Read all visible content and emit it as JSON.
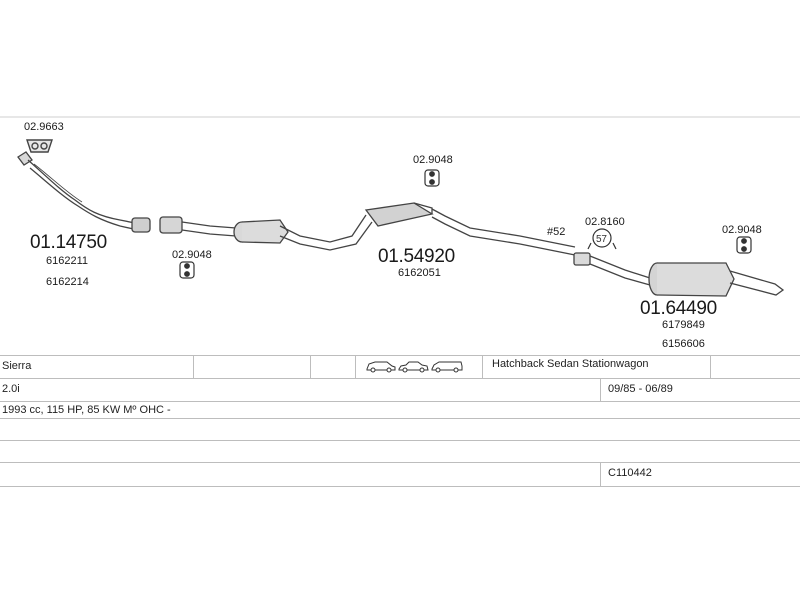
{
  "diagram": {
    "parts": [
      {
        "id": "clamp1",
        "number": "02.9663"
      },
      {
        "id": "front_pipe",
        "number": "01.14750",
        "refs": [
          "6162211",
          "6162214"
        ]
      },
      {
        "id": "hanger1",
        "number": "02.9048"
      },
      {
        "id": "middle_silencer",
        "number": "01.54920",
        "refs": [
          "6162051"
        ]
      },
      {
        "id": "hanger2",
        "number": "02.9048"
      },
      {
        "id": "gasket",
        "number": "#52"
      },
      {
        "id": "clamp2",
        "number": "02.8160"
      },
      {
        "id": "rear_silencer",
        "number": "01.64490",
        "refs": [
          "6179849",
          "6156606"
        ]
      },
      {
        "id": "hanger3",
        "number": "02.9048"
      }
    ]
  },
  "vehicle": {
    "model": "Sierra",
    "body_types": "Hatchback Sedan Stationwagon",
    "engine": "2.0i",
    "period": "09/85 - 06/89",
    "specs": "1993 cc, 115 HP, 85 KW Mº OHC -",
    "code": "C110442"
  },
  "colors": {
    "line": "#555555",
    "fill": "#cfcfcf",
    "grid": "#bdbdbd"
  },
  "icons": [
    "hatchback-car-icon",
    "sedan-car-icon",
    "stationwagon-car-icon"
  ]
}
